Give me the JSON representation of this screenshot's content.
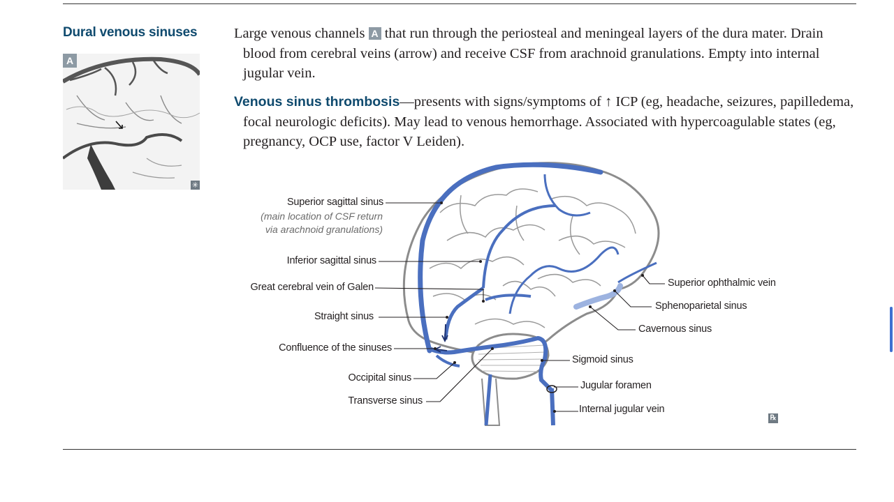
{
  "section": {
    "heading": "Dural venous sinuses",
    "figure_badge": "A"
  },
  "paragraph1": {
    "before": "Large venous channels ",
    "badge": "A",
    "after": " that run through the periosteal and meningeal layers of the dura mater. Drain blood from cerebral veins (arrow) and receive CSF from arachnoid granulations. Empty into internal jugular vein."
  },
  "paragraph2": {
    "term": "Venous sinus thrombosis",
    "text": "—presents with signs/symptoms of ↑ ICP (eg, headache, seizures, papilledema, focal neurologic deficits). May lead to venous hemorrhage. Associated with hypercoagulable states (eg, pregnancy, OCP use, factor V Leiden)."
  },
  "diagram": {
    "labels_left": {
      "superior_sagittal": "Superior sagittal sinus",
      "superior_sagittal_note_1": "(main location of CSF return",
      "superior_sagittal_note_2": "via arachnoid granulations)",
      "inferior_sagittal": "Inferior sagittal sinus",
      "galen": "Great cerebral vein of Galen",
      "straight": "Straight sinus",
      "confluence": "Confluence of the sinuses",
      "occipital": "Occipital sinus",
      "transverse": "Transverse sinus"
    },
    "labels_right": {
      "superior_ophthalmic": "Superior ophthalmic vein",
      "sphenoparietal": "Sphenoparietal sinus",
      "cavernous": "Cavernous sinus",
      "sigmoid": "Sigmoid sinus",
      "jugular_foramen": "Jugular foramen",
      "internal_jugular": "Internal jugular vein"
    },
    "colors": {
      "sinus": "#4a6fbf",
      "brain_outline": "#8c8c8c",
      "cavernous": "#9db3e0"
    }
  },
  "footer_badge": "℞"
}
